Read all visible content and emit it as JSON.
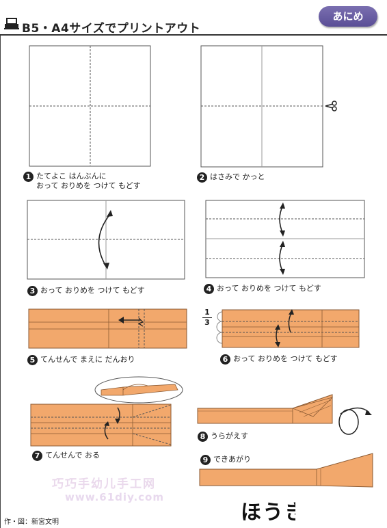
{
  "header": {
    "title": "B5・A4サイズでプリントアウト",
    "badge": "あにめ"
  },
  "steps": [
    {
      "num": "1",
      "text": "たてよこ はんぶんに\nおって おりめを つけて もどす"
    },
    {
      "num": "2",
      "text": "はさみで かっと"
    },
    {
      "num": "3",
      "text": "おって おりめを つけて もどす"
    },
    {
      "num": "4",
      "text": "おって おりめを つけて もどす"
    },
    {
      "num": "5",
      "text": "てんせんで まえに だんおり"
    },
    {
      "num": "6",
      "text": "おって おりめを つけて もどす"
    },
    {
      "num": "7",
      "text": "てんせんで おる"
    },
    {
      "num": "8",
      "text": "うらがえす"
    },
    {
      "num": "9",
      "text": "できあがり"
    }
  ],
  "fraction": {
    "numerator": "1",
    "denominator": "3"
  },
  "watermark": {
    "text": "巧巧手幼儿手工网",
    "url": "www.61diy.com"
  },
  "credit": "作・図：新宮文明",
  "result_title": "ほうき",
  "colors": {
    "paper": "#f2a86c",
    "paper_edge": "#8a5a33",
    "line": "#555555",
    "badge": "#6a5fa6"
  }
}
